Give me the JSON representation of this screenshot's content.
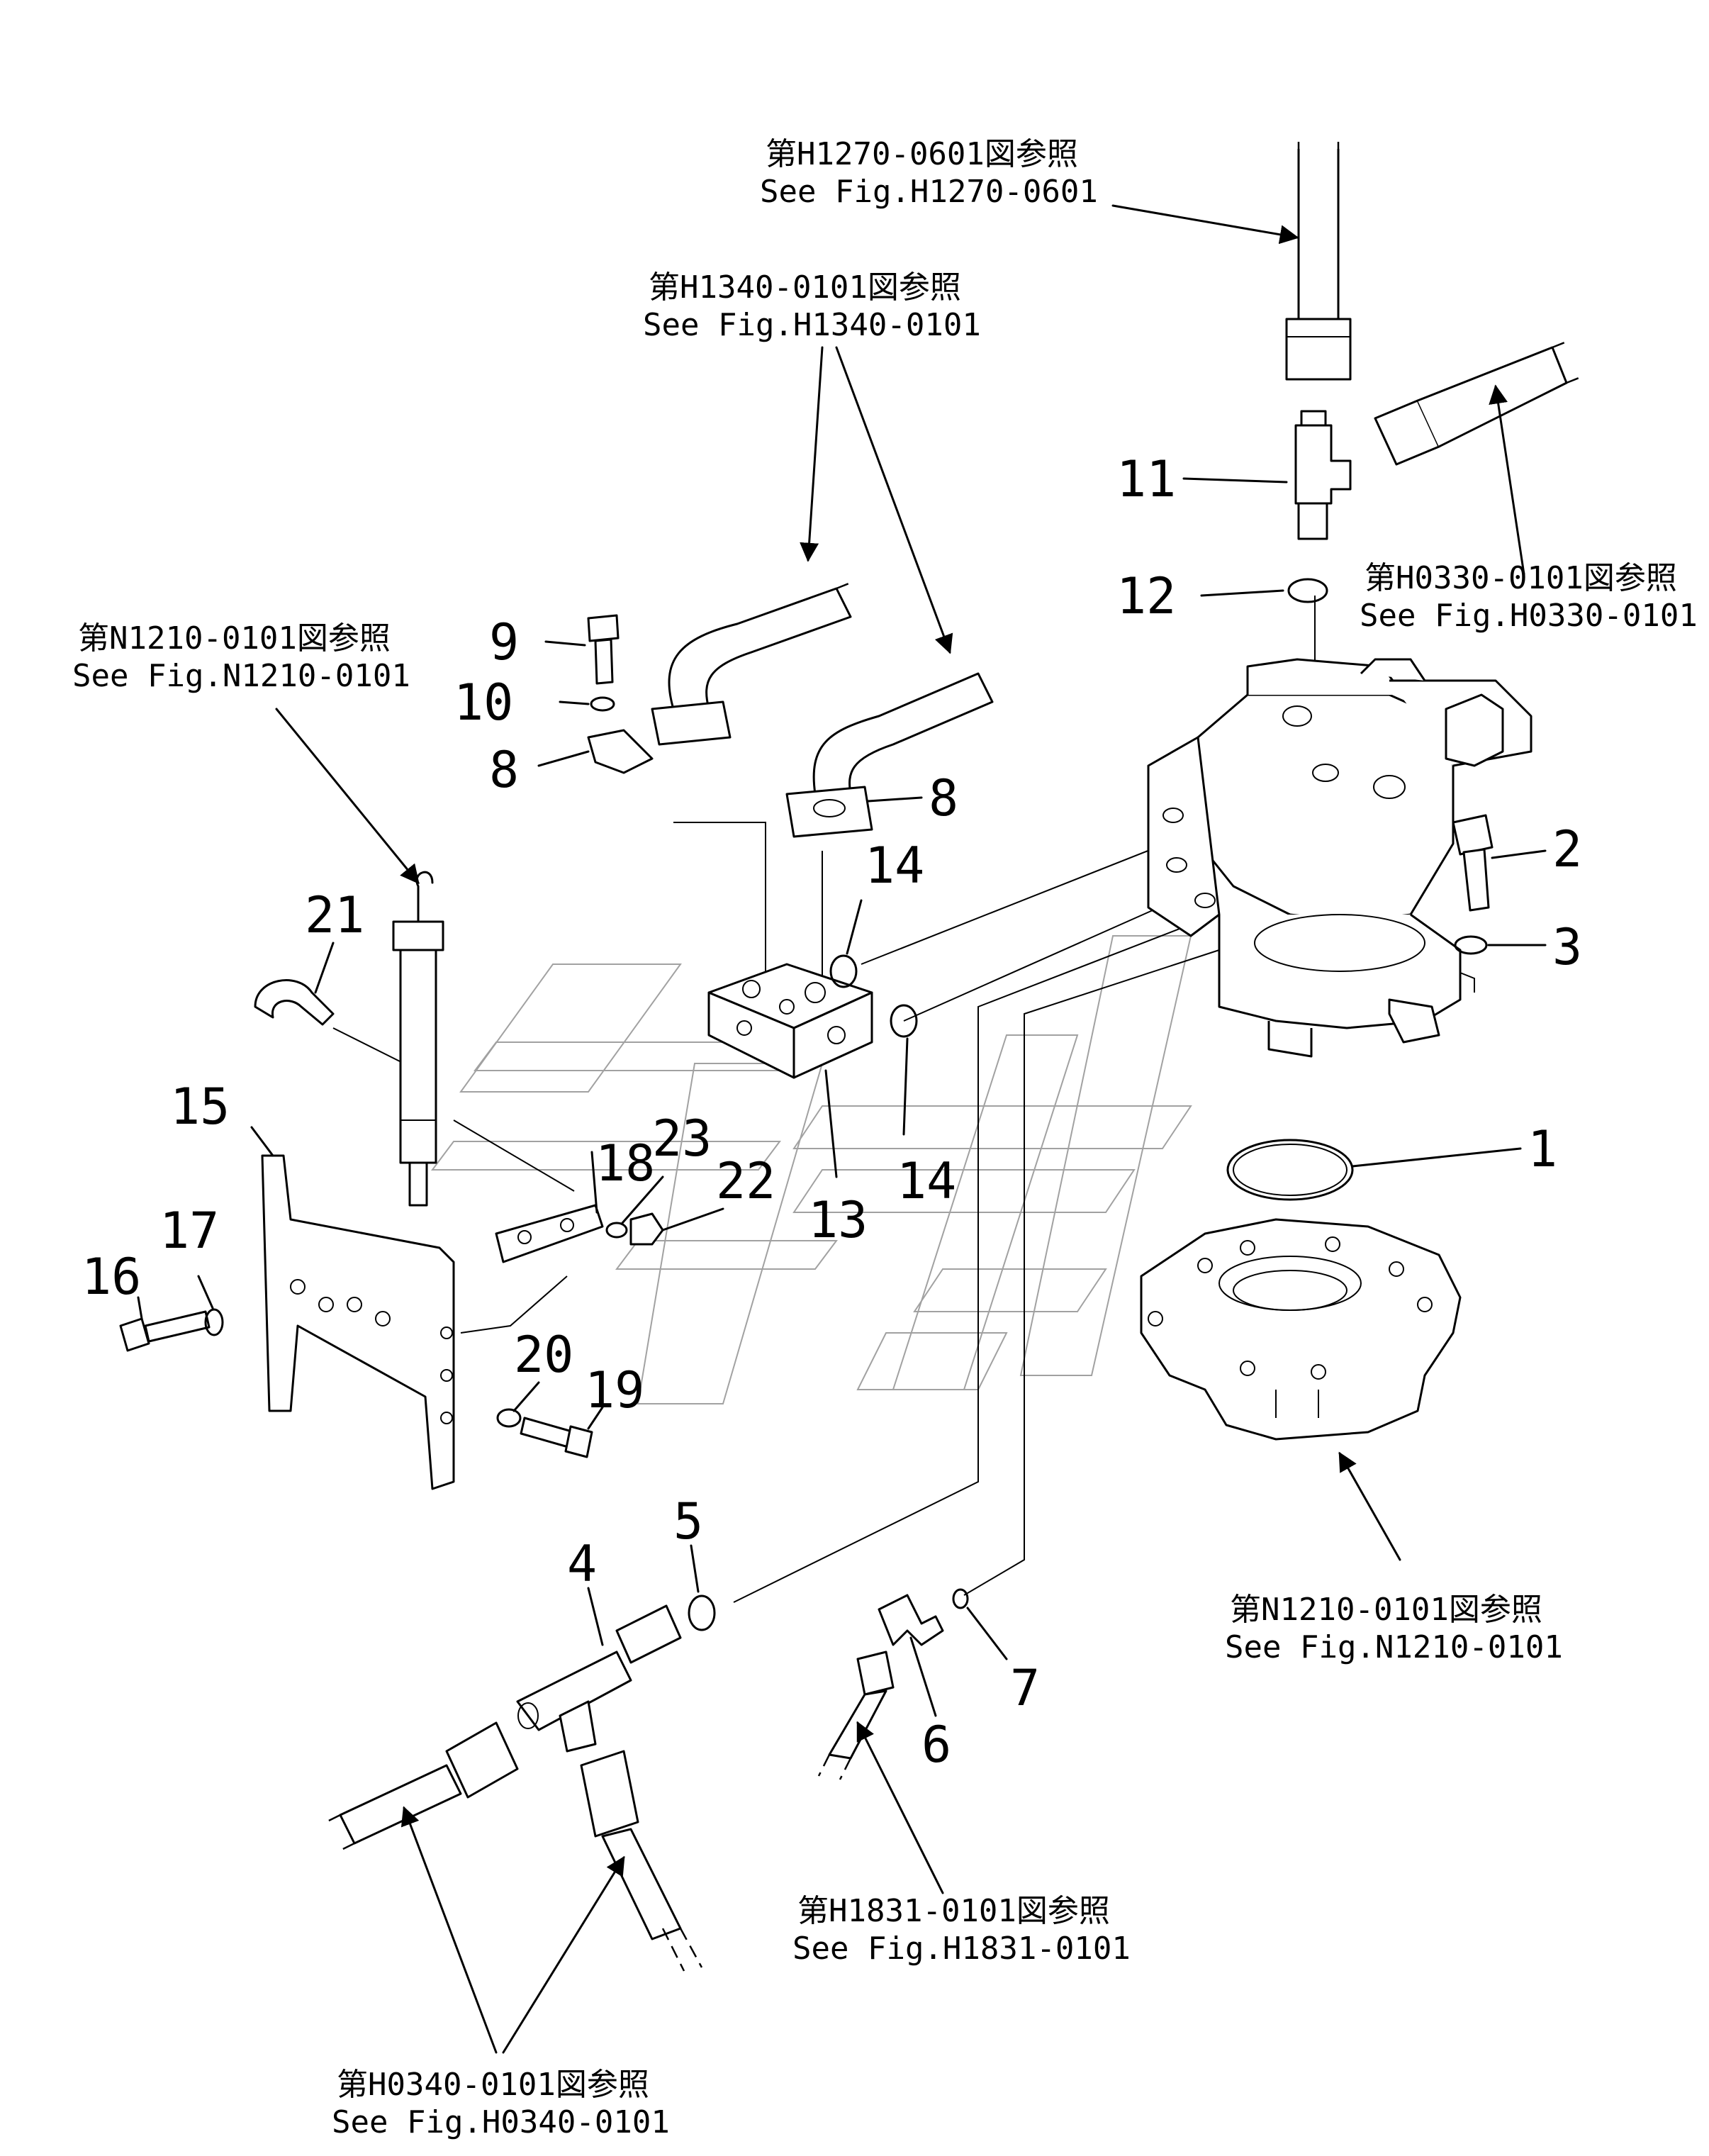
{
  "callouts": [
    {
      "id": "1",
      "label": "1"
    },
    {
      "id": "2",
      "label": "2"
    },
    {
      "id": "3",
      "label": "3"
    },
    {
      "id": "4",
      "label": "4"
    },
    {
      "id": "5",
      "label": "5"
    },
    {
      "id": "6",
      "label": "6"
    },
    {
      "id": "7",
      "label": "7"
    },
    {
      "id": "8a",
      "label": "8"
    },
    {
      "id": "8b",
      "label": "8"
    },
    {
      "id": "9",
      "label": "9"
    },
    {
      "id": "10",
      "label": "10"
    },
    {
      "id": "11",
      "label": "11"
    },
    {
      "id": "12",
      "label": "12"
    },
    {
      "id": "13",
      "label": "13"
    },
    {
      "id": "14a",
      "label": "14"
    },
    {
      "id": "14b",
      "label": "14"
    },
    {
      "id": "15",
      "label": "15"
    },
    {
      "id": "16",
      "label": "16"
    },
    {
      "id": "17",
      "label": "17"
    },
    {
      "id": "18",
      "label": "18"
    },
    {
      "id": "19",
      "label": "19"
    },
    {
      "id": "20",
      "label": "20"
    },
    {
      "id": "21",
      "label": "21"
    },
    {
      "id": "22",
      "label": "22"
    },
    {
      "id": "23",
      "label": "23"
    }
  ],
  "references": {
    "h1270": {
      "jp": "第H1270-0601図参照",
      "en": "See Fig.H1270-0601"
    },
    "h1340": {
      "jp": "第H1340-0101図参照",
      "en": "See Fig.H1340-0101"
    },
    "h0330": {
      "jp": "第H0330-0101図参照",
      "en": "See Fig.H0330-0101"
    },
    "n1210_left": {
      "jp": "第N1210-0101図参照",
      "en": "See Fig.N1210-0101"
    },
    "n1210_right": {
      "jp": "第N1210-0101図参照",
      "en": "See Fig.N1210-0101"
    },
    "h1831": {
      "jp": "第H1831-0101図参照",
      "en": "See Fig.H1831-0101"
    },
    "h0340": {
      "jp": "第H0340-0101図参照",
      "en": "See Fig.H0340-0101"
    }
  }
}
